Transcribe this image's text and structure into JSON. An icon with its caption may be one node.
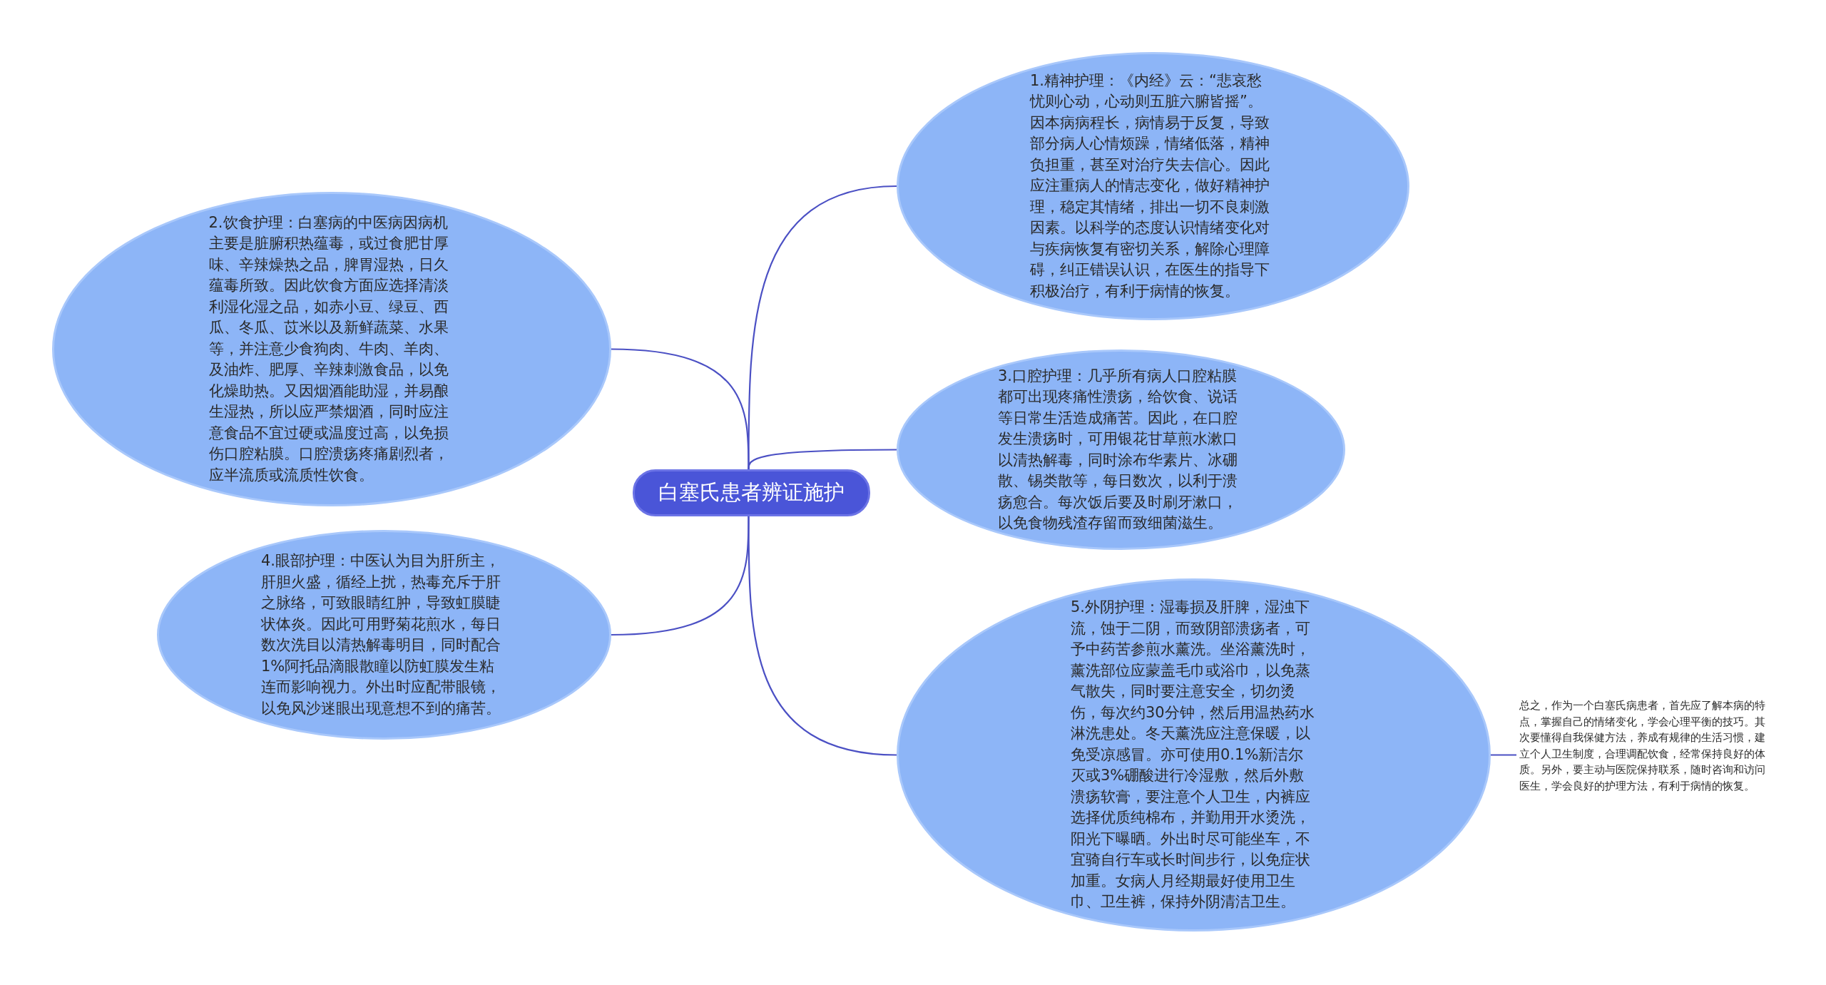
{
  "diagram": {
    "nodes": [
      {
        "text": [
          "白塞氏患者辨证施护"
        ]
      },
      {
        "text": [
          "1.精神护理：《内经》云：“悲哀愁忧则心动，心动则五脏六腑皆摇”。因本病病程长，病情易于反复，导致部分病人心情烦躁，情绪低落，精神负担重，甚至对治疗失去信心。因此应注重病人的情志变化，做好精神护理，稳定其情绪，排出一切不良刺激因素。以科学的态度认识情绪变化对与疾病恢复有密切关系，解除心理障碍，纠正错误认识，在医生的指导下积极治疗，有利于病情的恢复。"
        ]
      },
      {
        "text": [
          "2.饮食护理：白塞病的中医病因病机主要是脏腑积热蕴毒，或过食肥甘厚味、辛辣燥热之品，脾胃湿热，日久蕴毒所致。因此饮食方面应选择清淡利湿化湿之品，如赤小豆、绿豆、西瓜、冬瓜、苡米以及新鲜蔬菜、水果等，并注意少食狗肉、牛肉、羊肉、及油炸、肥厚、辛辣刺激食品，以免化燥助热。又因烟酒能助湿，并易酿生湿热，所以应严禁烟酒，同时应注意食品不宜过硬或温度过高，以免损伤口腔粘膜。口腔溃疡疼痛剧烈者，应半流质或流质性饮食。"
        ]
      },
      {
        "text": [
          "3.口腔护理：几乎所有病人口腔粘膜都可出现疼痛性溃疡，给饮食、说话等日常生活造成痛苦。因此，在口腔发生溃疡时，可用银花甘草煎水漱口以清热解毒，同时涂布华素片、冰硼散、锡类散等，每日数次，以利于溃疡愈合。每次饭后要及时刷牙漱口，以免食物残渣存留而致细菌滋生。"
        ]
      },
      {
        "text": [
          "4.眼部护理：中医认为目为肝所主，肝胆火盛，循经上扰，热毒充斥于肝之脉络，可致眼睛红肿，导致虹膜睫状体炎。因此可用野菊花煎水，每日数次洗目以清热解毒明目，同时配合1%阿托品滴眼散瞳以防虹膜发生粘连而影响视力。外出时应配带眼镜，以免风沙迷眼出现意想不到的痛苦。"
        ]
      },
      {
        "text": [
          "5.外阴护理：湿毒损及肝脾，湿浊下流，蚀于二阴，而致阴部溃疡者，可予中药苦参煎水薰洗。坐浴薰洗时，薰洗部位应蒙盖毛巾或浴巾，以免蒸气散失，同时要注意安全，切勿烫伤，每次约30分钟，然后用温热药水淋洗患处。冬天薰洗应注意保暖，以免受凉感冒。亦可使用0.1%新洁尔灭或3%硼酸进行冷湿敷，然后外敷溃疡软膏，要注意个人卫生，内裤应选择优质纯棉布，并勤用开水烫洗，阳光下曝晒。外出时尽可能坐车，不宜骑自行车或长时间步行，以免症状加重。女病人月经期最好使用卫生巾、卫生裤，保持外阴清洁卫生。"
        ]
      },
      {
        "text": [
          "总之，作为一个白塞氏病患者，首先应了解本病的特点，掌握自己的情绪变化，学会心理平衡的技巧。其次要懂得自我保健方法，养成有规律的生活习惯，建立个人卫生制度，合理调配饮食，经常保持良好的体质。另外，要主动与医院保持联系，随时咨询和访问医生，学会良好的护理方法，有利于病情的恢复。"
        ]
      }
    ],
    "edges": [
      {
        "from": 0,
        "to": 1,
        "arrow": "none"
      },
      {
        "from": 0,
        "to": 2,
        "arrow": "none"
      },
      {
        "from": 0,
        "to": 3,
        "arrow": "none"
      },
      {
        "from": 0,
        "to": 4,
        "arrow": "none"
      },
      {
        "from": 0,
        "to": 5,
        "arrow": "none"
      },
      {
        "from": 5,
        "to": 6,
        "arrow": "none"
      }
    ]
  }
}
